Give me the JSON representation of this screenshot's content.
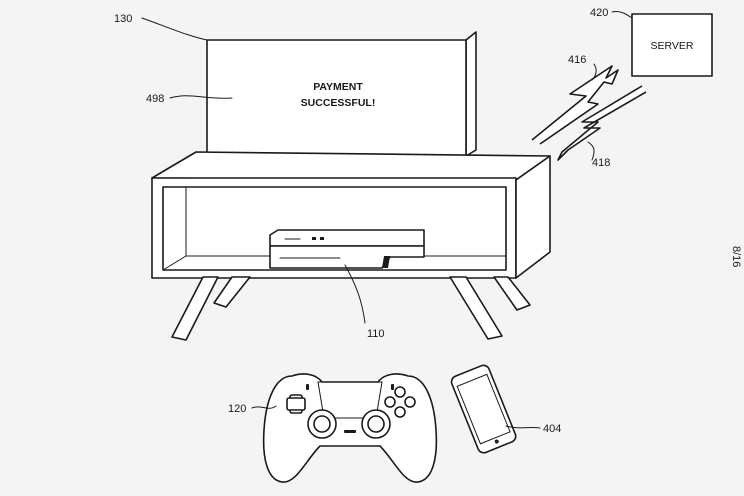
{
  "figure": {
    "page_number": "8/16"
  },
  "tv": {
    "ref": "130",
    "screen_ref": "498",
    "screen_text": [
      "PAYMENT",
      "SUCCESSFUL!"
    ]
  },
  "server": {
    "ref": "420",
    "label": "SERVER"
  },
  "signals": {
    "uplink_ref": "416",
    "downlink_ref": "418"
  },
  "console": {
    "ref": "110"
  },
  "controller": {
    "ref": "120"
  },
  "phone": {
    "ref": "404"
  }
}
